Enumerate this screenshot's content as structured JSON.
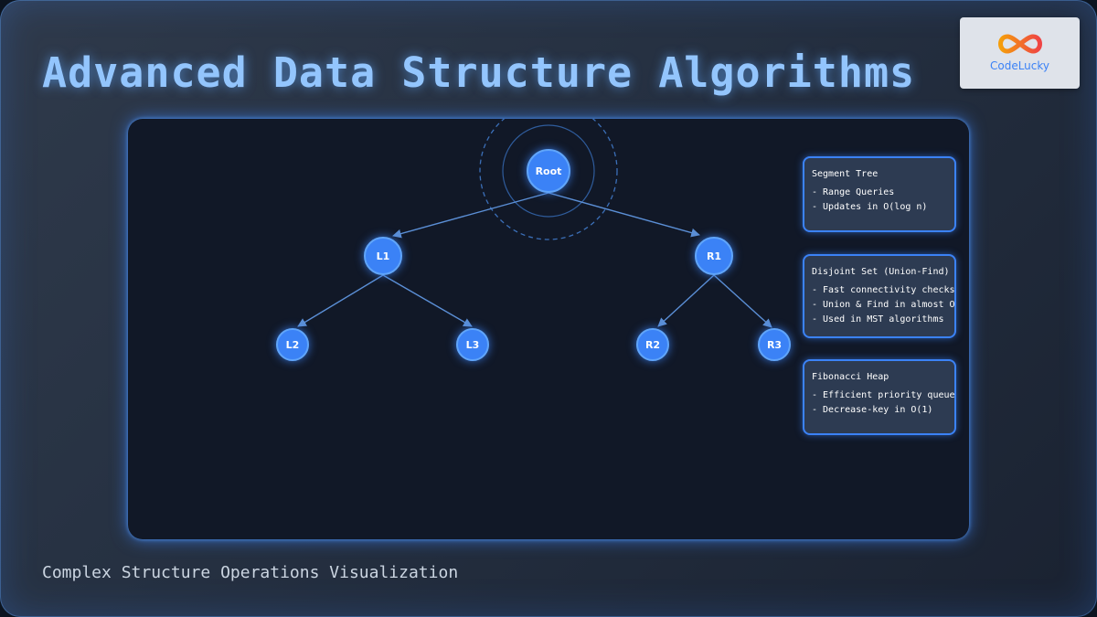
{
  "title": "Advanced Data Structure Algorithms",
  "subtitle": "Complex Structure Operations Visualization",
  "logo": {
    "text": "CodeLucky",
    "icon": "infinity-icon",
    "color": "#f97316"
  },
  "tree": {
    "nodes": {
      "root": "Root",
      "l1": "L1",
      "r1": "R1",
      "l2": "L2",
      "l3": "L3",
      "r2": "R2",
      "r3": "R3"
    },
    "edges": [
      [
        "root",
        "l1"
      ],
      [
        "root",
        "r1"
      ],
      [
        "l1",
        "l2"
      ],
      [
        "l1",
        "l3"
      ],
      [
        "r1",
        "r2"
      ],
      [
        "r1",
        "r3"
      ]
    ],
    "highlighted": "root"
  },
  "cards": [
    {
      "title": "Segment Tree",
      "lines": [
        "- Range Queries",
        "- Updates in O(log n)"
      ]
    },
    {
      "title": "Disjoint Set (Union-Find)",
      "lines": [
        "- Fast connectivity checks",
        "- Union & Find in almost O(",
        "- Used in MST algorithms"
      ]
    },
    {
      "title": "Fibonacci Heap",
      "lines": [
        "- Efficient priority queue",
        "- Decrease-key in O(1)"
      ]
    }
  ],
  "colors": {
    "accent": "#3b82f6",
    "title": "#93c5fd",
    "panel": "#111827",
    "card": "#2d3b52"
  }
}
